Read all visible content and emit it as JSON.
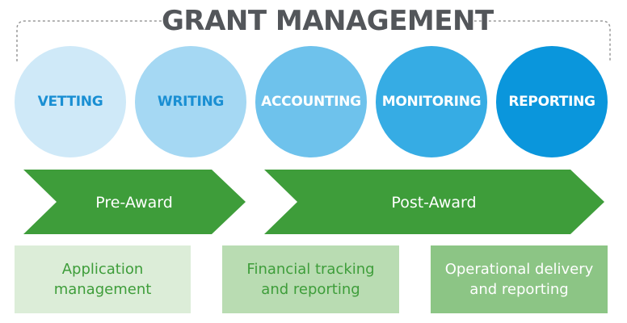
{
  "title": "GRANT MANAGEMENT",
  "stages": [
    {
      "label": "VETTING",
      "fill": "#cfe9f8",
      "text_color": "#1a8fd3"
    },
    {
      "label": "WRITING",
      "fill": "#a5d8f3",
      "text_color": "#1a8fd3"
    },
    {
      "label": "ACCOUNTING",
      "fill": "#6ec2ec",
      "text_color": "#ffffff"
    },
    {
      "label": "MONITORING",
      "fill": "#36ace4",
      "text_color": "#ffffff"
    },
    {
      "label": "REPORTING",
      "fill": "#0a96dc",
      "text_color": "#ffffff"
    }
  ],
  "phases": [
    {
      "label": "Pre-Award",
      "color": "#3e9d3a"
    },
    {
      "label": "Post-Award",
      "color": "#3e9d3a"
    }
  ],
  "activities": [
    {
      "line1": "Application",
      "line2": "management",
      "fill": "#dcedd8",
      "text_color": "#3e9d3a"
    },
    {
      "line1": "Financial tracking",
      "line2": "and reporting",
      "fill": "#b9dcb2",
      "text_color": "#3e9d3a"
    },
    {
      "line1": "Operational delivery",
      "line2": "and reporting",
      "fill": "#8cc585",
      "text_color": "#ffffff"
    }
  ],
  "colors": {
    "title": "#53565a",
    "bracket": "#9a9a9a"
  }
}
